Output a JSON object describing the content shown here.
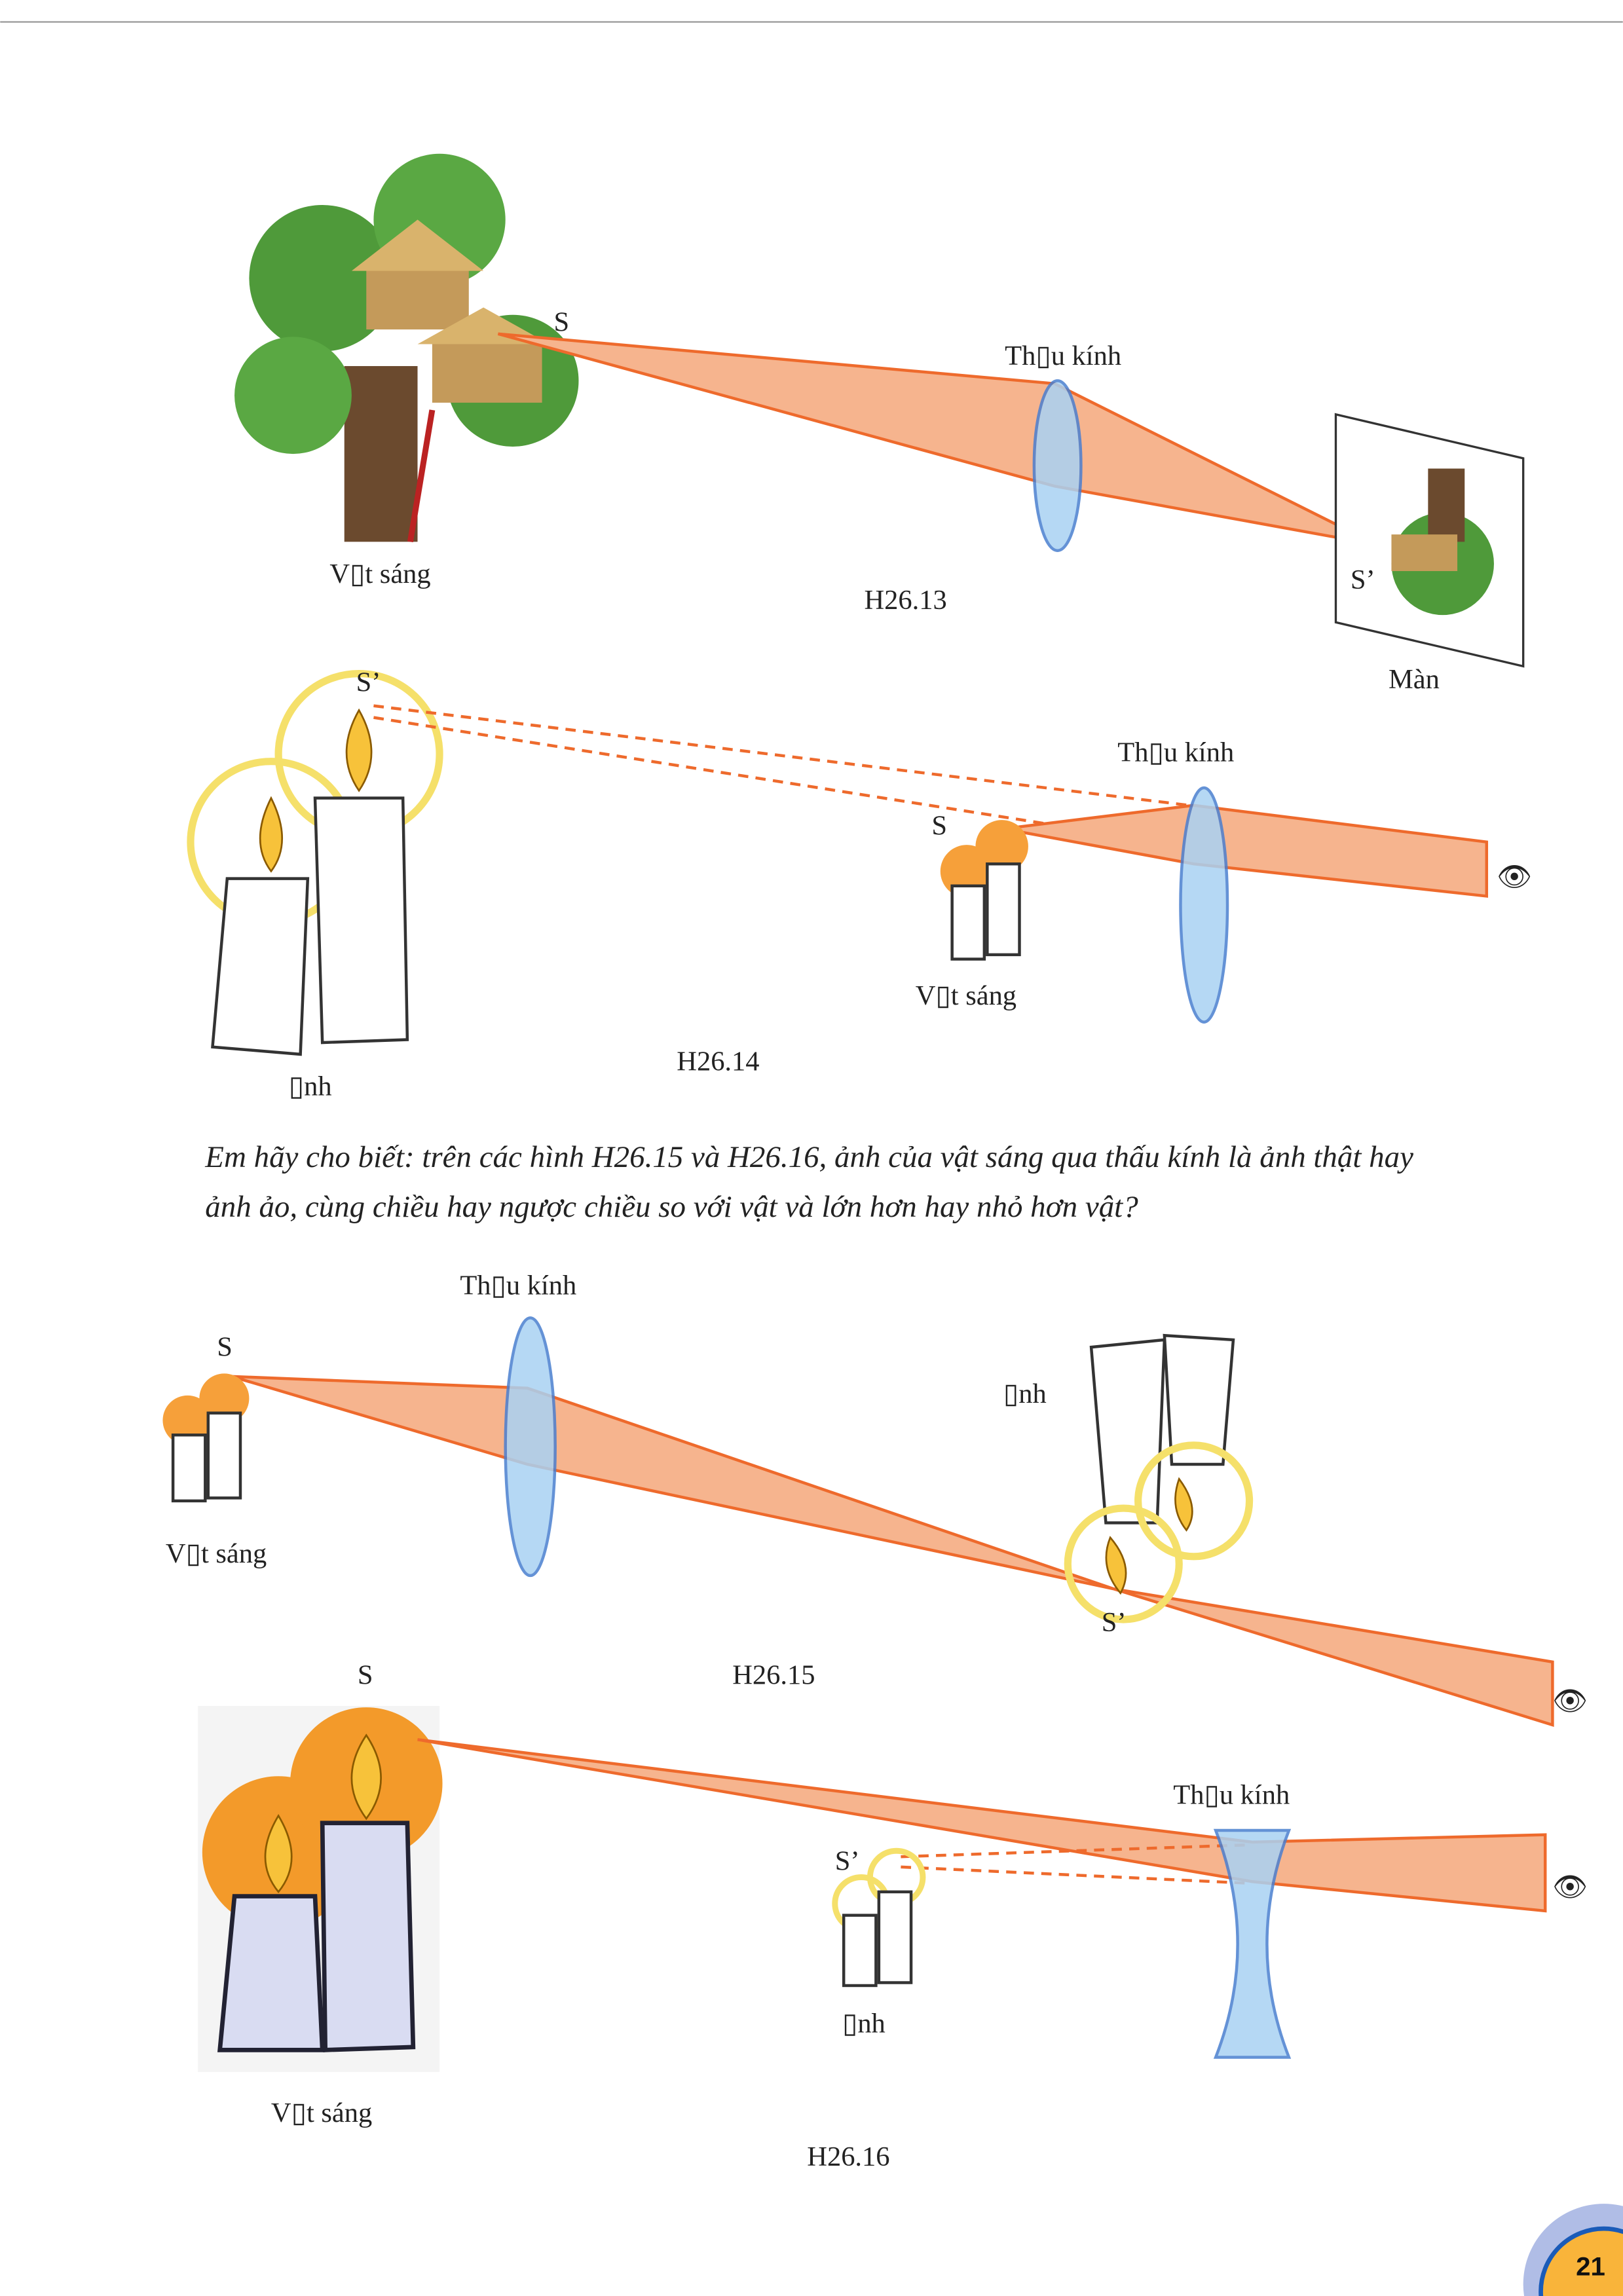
{
  "h26_13": {
    "lens_label": "Th▯u kính",
    "object_label": "V▯t sáng",
    "caption": "H26.13",
    "screen_label": "Màn",
    "source_point": "S",
    "image_point": "S’"
  },
  "h26_14": {
    "lens_label": "Th▯u kính",
    "object_label": "V▯t sáng",
    "image_label": "▯nh",
    "caption": "H26.14",
    "source_point": "S",
    "image_point": "S’"
  },
  "question": {
    "line1": "Em hãy cho biết: trên các hình H26.15 và H26.16, ảnh của vật sáng qua thấu kính là ảnh thật hay",
    "line2": "ảnh ảo, cùng chiều hay ngược chiều so với vật và lớn hơn hay nhỏ hơn vật?"
  },
  "h26_15": {
    "lens_label": "Th▯u kính",
    "object_label": "V▯t sáng",
    "image_label": "▯nh",
    "caption": "H26.15",
    "source_point": "S",
    "image_point": "S’"
  },
  "h26_16": {
    "lens_label": "Th▯u kính",
    "object_label": "V▯t sáng",
    "image_label": "▯nh",
    "caption": "H26.16",
    "source_point": "S",
    "image_point": "S’"
  },
  "page_number": "21",
  "colors": {
    "beam": "#f6b48e",
    "ray": "#ee6a2c",
    "lens": "#a9d2f3",
    "badge": "#f9b43a"
  }
}
